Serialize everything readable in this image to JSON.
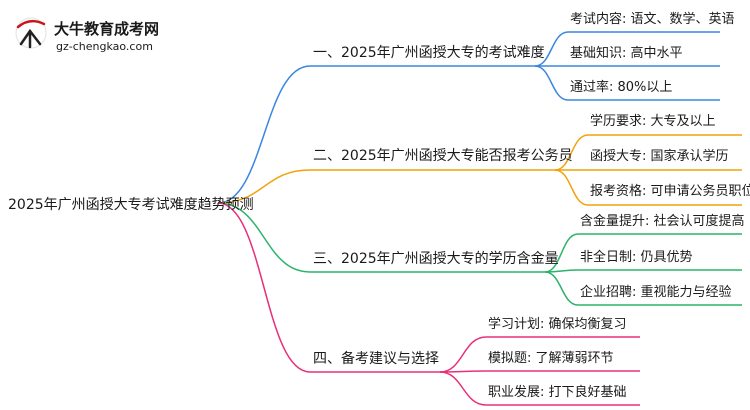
{
  "logo": {
    "title": "大牛教育成考网",
    "url": "gz-chengkao.com",
    "icon": "da-niu-logo-icon",
    "title_color": "#c8161d",
    "url_color": "#2f5fa8"
  },
  "root": {
    "label": "2025年广州函授大专考试难度趋势预测"
  },
  "branches": [
    {
      "label": "一、2025年广州函授大专的考试难度",
      "color": "#3a86e0",
      "children": [
        "考试内容: 语文、数学、英语",
        "基础知识: 高中水平",
        "通过率: 80%以上"
      ]
    },
    {
      "label": "二、2025年广州函授大专能否报考公务员",
      "color": "#f0a30a",
      "children": [
        "学历要求: 大专及以上",
        "函授大专: 国家承认学历",
        "报考资格: 可申请公务员职位"
      ]
    },
    {
      "label": "三、2025年广州函授大专的学历含金量",
      "color": "#2cb36b",
      "children": [
        "含金量提升: 社会认可度提高",
        "非全日制: 仍具优势",
        "企业招聘: 重视能力与经验"
      ]
    },
    {
      "label": "四、备考建议与选择",
      "color": "#e8307a",
      "children": [
        "学习计划: 确保均衡复习",
        "模拟题: 了解薄弱环节",
        "职业发展: 打下良好基础"
      ]
    }
  ]
}
